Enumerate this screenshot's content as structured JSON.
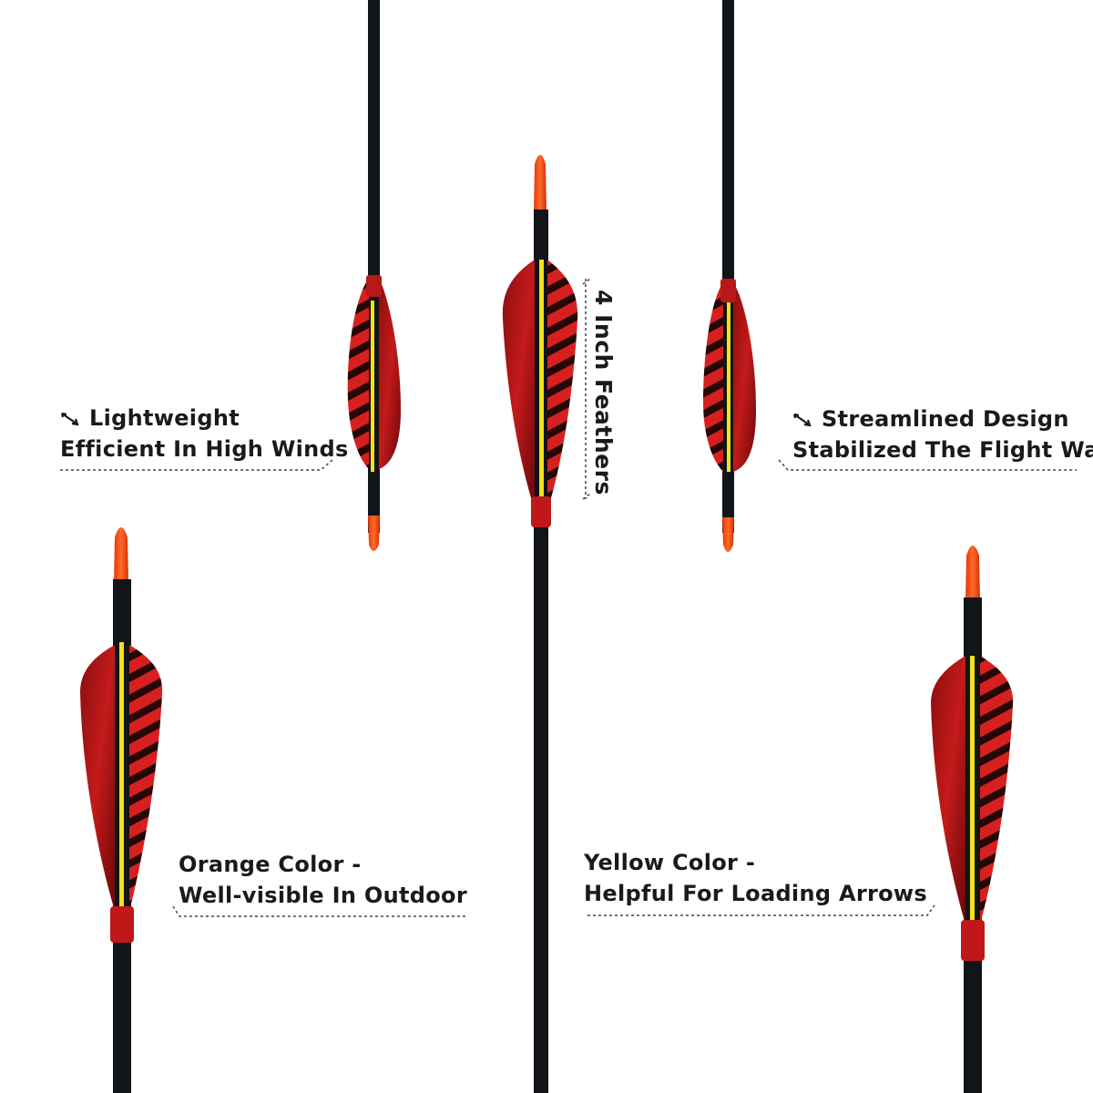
{
  "callouts": {
    "lightweight": {
      "title": "Lightweight",
      "subtitle": "Efficient In High Winds",
      "icon": "arrow-icon"
    },
    "streamlined": {
      "title": "Streamlined Design",
      "subtitle": "Stabilized The Flight Way",
      "icon": "arrow-icon"
    },
    "orange": {
      "title": "Orange Color -",
      "subtitle": "Well-visible In Outdoor"
    },
    "yellow": {
      "title": "Yellow Color -",
      "subtitle": "Helpful For Loading Arrows"
    }
  },
  "feather_label": "4 Inch Feathers",
  "colors": {
    "shaft": "#111418",
    "nock": "#ff4a12",
    "feather_dark": "#6e0a0a",
    "feather_red": "#d41f1f",
    "feather_stripe": "#1a0606",
    "yellow_stripe": "#f2e21a",
    "text": "#1a1a1a"
  }
}
